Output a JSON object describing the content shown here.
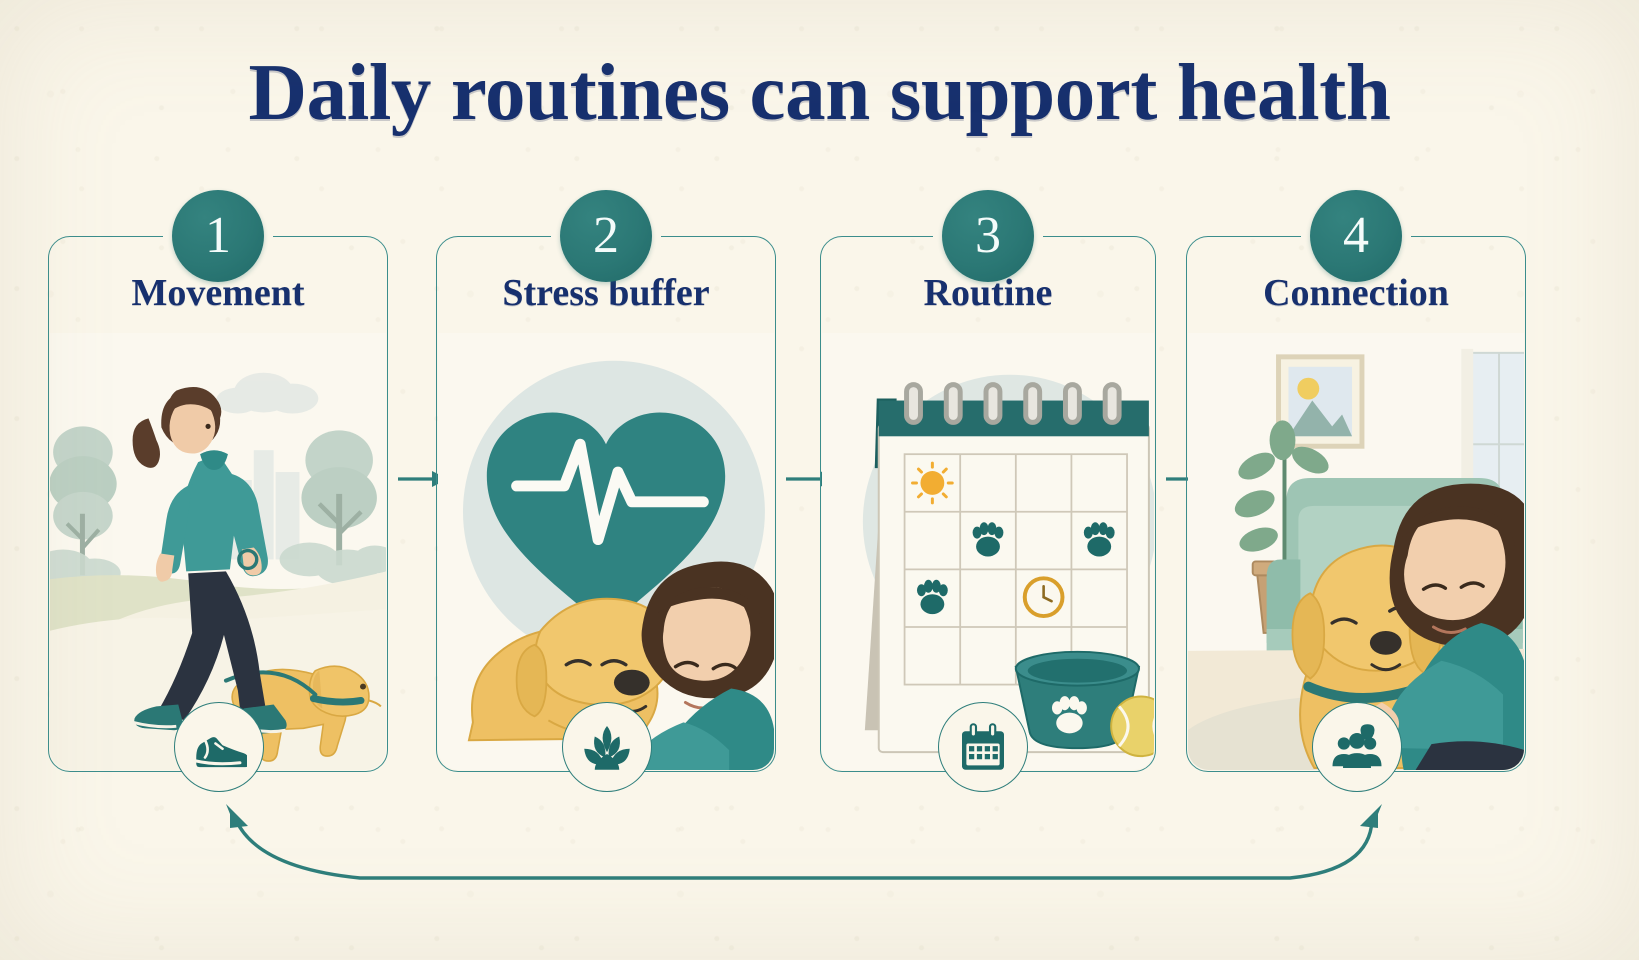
{
  "page": {
    "title": "Daily routines can support health",
    "background_color": "#faf6ea",
    "title_color": "#17306e",
    "accent_teal": "#2e7e7b",
    "accent_teal_light": "#3b8d8c",
    "dog_gold": "#efc05f",
    "type": "process-flow-infographic",
    "step_count": 4
  },
  "steps": [
    {
      "number": "1",
      "label": "Movement",
      "icon_name": "sneaker-icon",
      "scene": "woman-walking-dog-in-park",
      "scene_elements": [
        "woman in teal hoodie",
        "ponytail",
        "black leggings",
        "teal sneakers",
        "golden dog on teal leash",
        "park path",
        "trees",
        "city skyline",
        "cloud"
      ]
    },
    {
      "number": "2",
      "label": "Stress buffer",
      "icon_name": "lotus-icon",
      "scene": "woman-cuddling-dog-with-heartbeat-heart",
      "scene_elements": [
        "teal heart",
        "white ECG heartbeat line",
        "pale circle backdrop",
        "golden dog lying down",
        "woman in teal sweater resting head on dog"
      ]
    },
    {
      "number": "3",
      "label": "Routine",
      "icon_name": "calendar-icon",
      "scene": "desk-calendar-with-dog-bowl",
      "scene_elements": [
        "spiral desk calendar",
        "teal header band",
        "4x4 day grid",
        "sun icon",
        "paw print icons",
        "clock icon",
        "teal dog bowl with paw print",
        "tennis ball"
      ]
    },
    {
      "number": "4",
      "label": "Connection",
      "icon_name": "people-group-icon",
      "scene": "woman-hugging-dog-in-living-room",
      "scene_elements": [
        "framed landscape picture",
        "potted plant",
        "green sofa",
        "window",
        "golden dog with teal collar",
        "woman in teal sweater hugging dog",
        "rug"
      ]
    }
  ],
  "connectors": {
    "between_steps_icon": "arrow-right-icon",
    "feedback_loop_icon": "curved-feedback-arrow",
    "feedback_loop_description": "loop from step 4 back to step 1"
  }
}
